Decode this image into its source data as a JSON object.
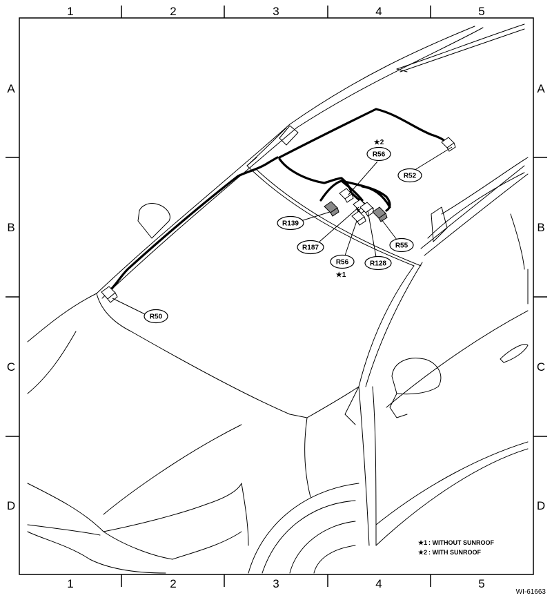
{
  "grid": {
    "columns": [
      "1",
      "2",
      "3",
      "4",
      "5"
    ],
    "rows": [
      "A",
      "B",
      "C",
      "D"
    ]
  },
  "connectors": {
    "r50": "R50",
    "r52": "R52",
    "r56_top": "R56",
    "r56_bottom": "R56",
    "r139": "R139",
    "r187": "R187",
    "r128": "R128",
    "r55": "R55"
  },
  "markers": {
    "star1": "★1",
    "star2": "★2"
  },
  "notes": [
    {
      "mark": "★1",
      "text": ": WITHOUT SUNROOF"
    },
    {
      "mark": "★2",
      "text": ": WITH SUNROOF"
    }
  ],
  "figure_id": "WI-61663"
}
